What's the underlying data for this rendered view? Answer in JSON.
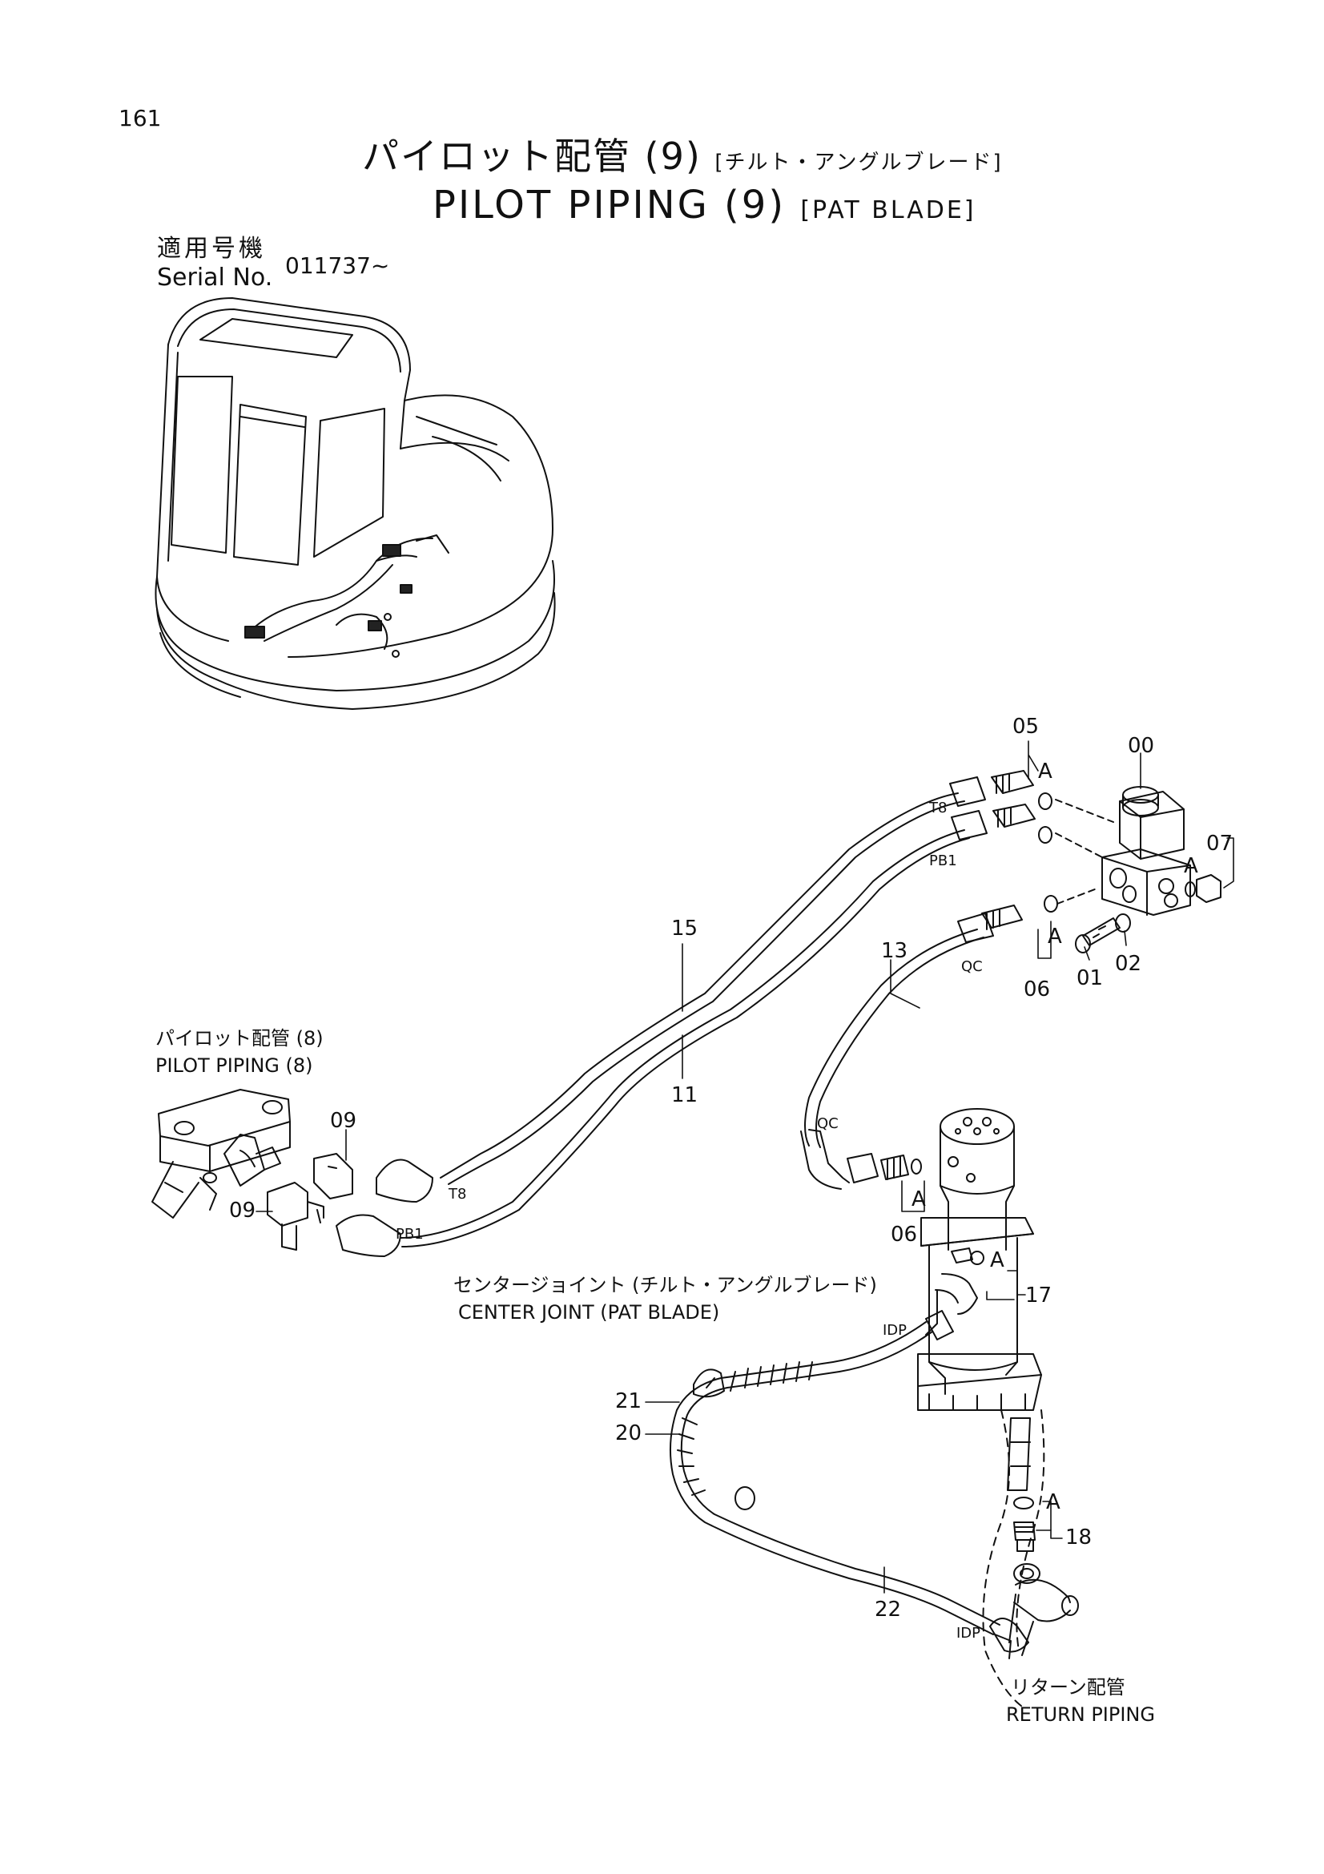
{
  "page_number": "161",
  "title": {
    "jp": "パイロット配管 (9)",
    "jp_sub": "[チルト・アングルブレード]",
    "en": "PILOT PIPING (9)",
    "en_sub": "[PAT BLADE]"
  },
  "serial": {
    "label_jp": "適用号機",
    "label_en": "Serial No.",
    "value": "011737~"
  },
  "references": {
    "pilot_piping_8_jp": "パイロット配管 (8)",
    "pilot_piping_8_en": "PILOT PIPING (8)",
    "center_joint_jp": "センタージョイント (チルト・アングルブレード)",
    "center_joint_en": "CENTER JOINT (PAT BLADE)",
    "return_piping_jp": "リターン配管",
    "return_piping_en": "RETURN PIPING"
  },
  "port_labels": {
    "t8_top": "T8",
    "pb1_top": "PB1",
    "qc_top": "QC",
    "qc_bottom": "QC",
    "t8_bottom": "T8",
    "pb1_bottom": "PB1",
    "idp_upper": "IDP",
    "idp_lower": "IDP",
    "a": "A"
  },
  "part_numbers": {
    "p00": "00",
    "p01": "01",
    "p02": "02",
    "p05": "05",
    "p06_upper": "06",
    "p06_lower": "06",
    "p07": "07",
    "p09_upper": "09",
    "p09_lower": "09",
    "p11": "11",
    "p13": "13",
    "p15": "15",
    "p17": "17",
    "p18": "18",
    "p20": "20",
    "p21": "21",
    "p22": "22"
  }
}
